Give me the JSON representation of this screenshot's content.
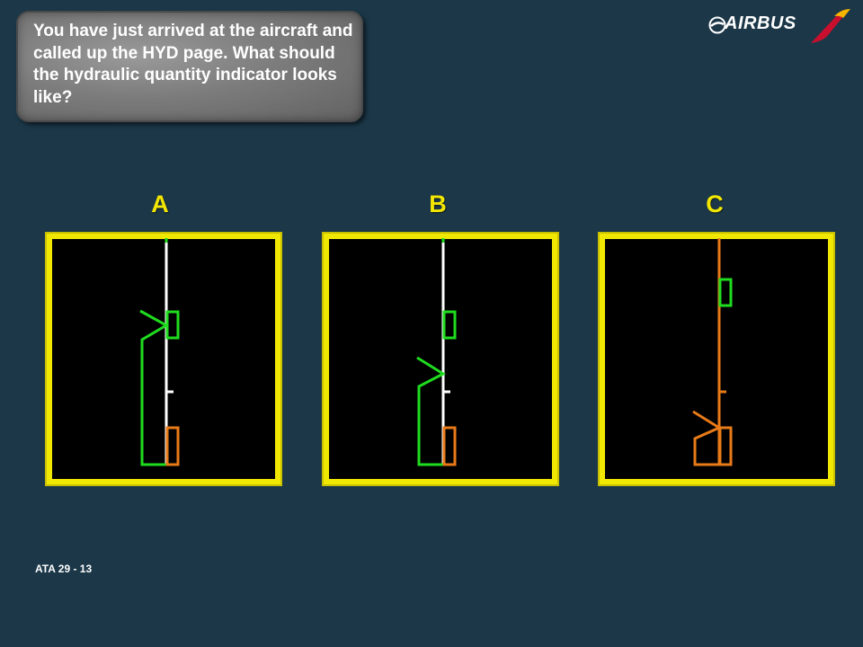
{
  "question": {
    "text": "You have just arrived at the aircraft and called up the HYD page. What should the hydraulic quantity indicator looks like?"
  },
  "logo": {
    "text": "AIRBUS"
  },
  "options": [
    {
      "label": "A",
      "indicator_color": "#ffffff",
      "status_color": "#1fdc1f",
      "lower_color": "#e87a18"
    },
    {
      "label": "B",
      "indicator_color": "#ffffff",
      "status_color": "#1fdc1f",
      "lower_color": "#e87a18"
    },
    {
      "label": "C",
      "indicator_color": "#e87a18",
      "status_color": "#1fdc1f",
      "lower_color": "#e87a18"
    }
  ],
  "footer": {
    "text": "ATA 29 - 13"
  },
  "colors": {
    "background": "#1b3748",
    "frame": "#e8e000",
    "label": "#f2e600"
  }
}
